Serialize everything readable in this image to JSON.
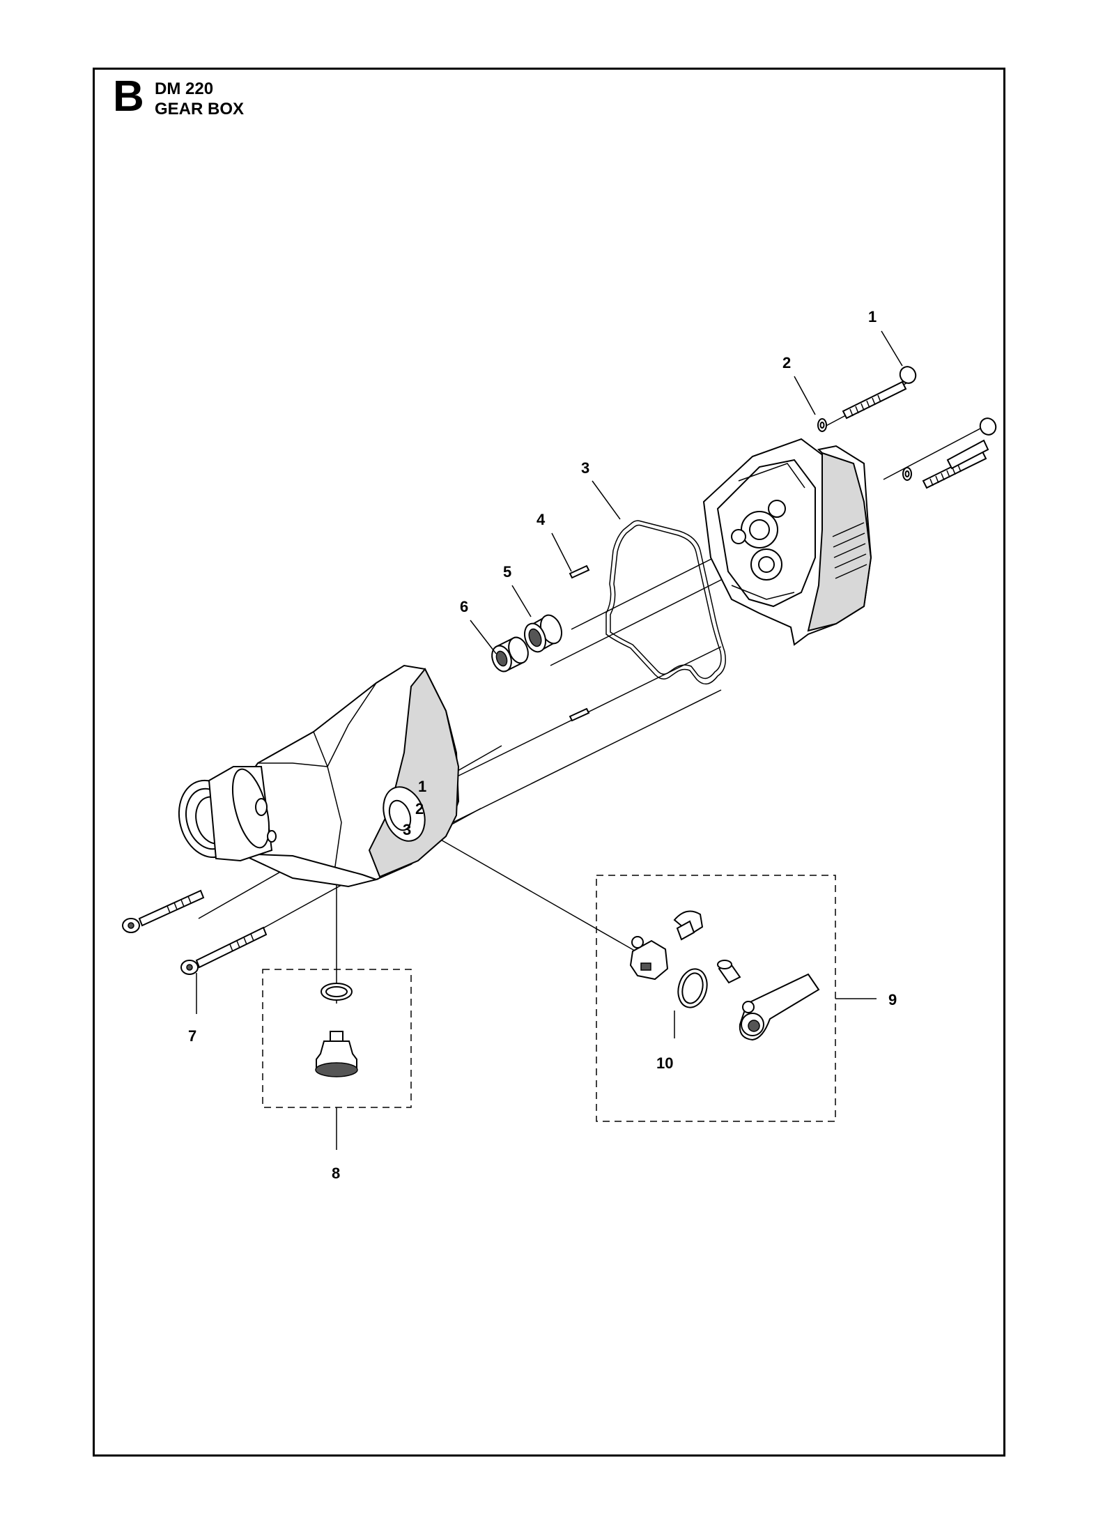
{
  "header": {
    "section_letter": "B",
    "model": "DM 220",
    "title": "GEAR BOX"
  },
  "callouts": [
    {
      "id": "1",
      "label": "1"
    },
    {
      "id": "2",
      "label": "2"
    },
    {
      "id": "3",
      "label": "3"
    },
    {
      "id": "4",
      "label": "4"
    },
    {
      "id": "5",
      "label": "5"
    },
    {
      "id": "6",
      "label": "6"
    },
    {
      "id": "7",
      "label": "7"
    },
    {
      "id": "8",
      "label": "8"
    },
    {
      "id": "9",
      "label": "9"
    },
    {
      "id": "10",
      "label": "10"
    }
  ],
  "dial_marks": [
    "1",
    "2",
    "3"
  ]
}
